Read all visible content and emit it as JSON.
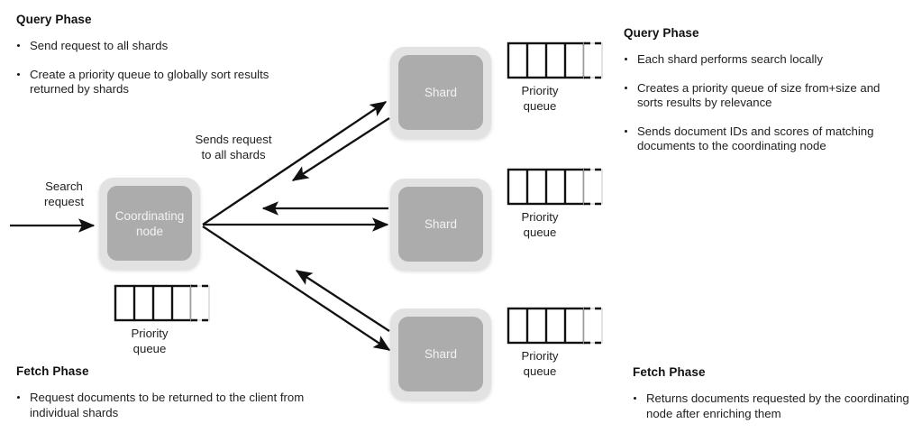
{
  "diagram": {
    "title_semantic": "Elasticsearch distributed search: query then fetch",
    "colors": {
      "node_frame": "#e2e2e2",
      "node_fill": "#acacac",
      "node_text": "#f2f2f2",
      "stroke": "#111111",
      "background": "#ffffff",
      "text": "#212121"
    }
  },
  "panels": {
    "query_left": {
      "title": "Query Phase",
      "bullets": [
        "Send request to all shards",
        "Create a priority queue to globally sort results returned by shards"
      ]
    },
    "query_right": {
      "title": "Query Phase",
      "bullets": [
        "Each shard performs search locally",
        "Creates a priority queue of size from+size and sorts results by relevance",
        "Sends document IDs and scores of matching documents to the coordinating node"
      ]
    },
    "fetch_left": {
      "title": "Fetch Phase",
      "bullets": [
        "Request documents to be returned to the client from individual shards"
      ]
    },
    "fetch_right": {
      "title": "Fetch Phase",
      "bullets": [
        "Returns documents requested by the coordinating node after enriching them"
      ]
    }
  },
  "nodes": {
    "coordinating": {
      "label": "Coordinating node",
      "label_line1": "Coordinating",
      "label_line2": "node"
    },
    "shards": [
      {
        "label": "Shard"
      },
      {
        "label": "Shard"
      },
      {
        "label": "Shard"
      }
    ]
  },
  "queues": {
    "label_line1": "Priority",
    "label_line2": "queue",
    "cells": 4,
    "continuation": "dashed",
    "instances": [
      {
        "owner": "coordinating-node"
      },
      {
        "owner": "shard-1"
      },
      {
        "owner": "shard-2"
      },
      {
        "owner": "shard-3"
      }
    ]
  },
  "edge_labels": {
    "search_request_line1": "Search",
    "search_request_line2": "request",
    "sends_request_line1": "Sends request",
    "sends_request_line2": "to all shards"
  }
}
